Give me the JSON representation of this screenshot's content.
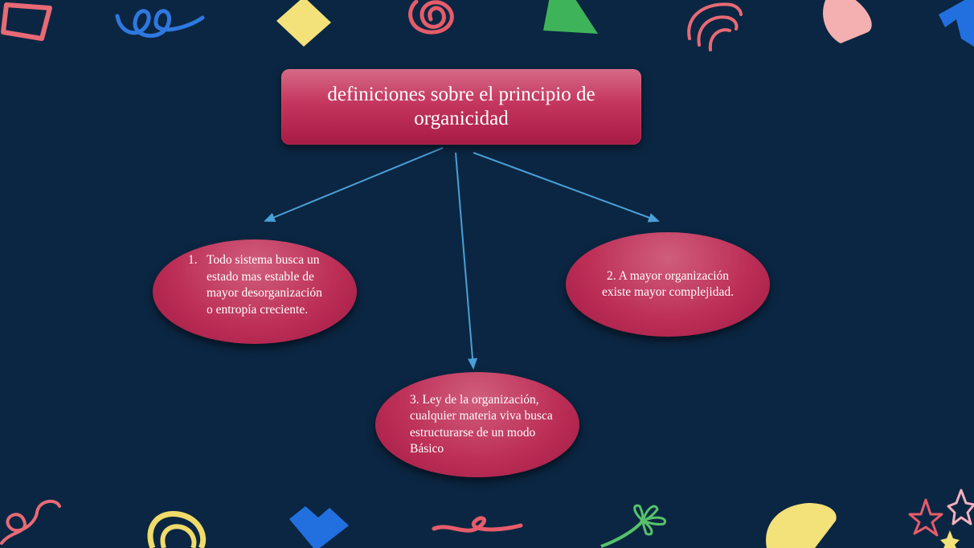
{
  "diagram": {
    "title": "definiciones sobre el principio de organicidad",
    "nodes": [
      {
        "number": "1.",
        "text": "Todo sistema busca un estado mas estable de mayor desorganización o entropía creciente."
      },
      {
        "text": "2. A mayor organización existe mayor complejidad."
      },
      {
        "text": "3. Ley de la organización, cualquier materia viva busca estructurarse de un modo Básico"
      }
    ]
  },
  "colors": {
    "background": "#0b2642",
    "node_fill": "#bd2f57",
    "connector": "#4a9fd6",
    "text": "#ffffff"
  },
  "decorations": [
    "pink-square-doodle-icon",
    "blue-loop-doodle-icon",
    "yellow-diamond-icon",
    "red-scribble-icon",
    "green-triangle-icon",
    "pink-arc-doodle-icon",
    "pink-semicircle-icon",
    "blue-chevron-icon",
    "pink-curl-doodle-icon",
    "yellow-scribble-icon",
    "blue-heart-icon",
    "red-squiggle-icon",
    "green-flower-icon",
    "yellow-semicircle-icon",
    "star-doodles-icon"
  ]
}
